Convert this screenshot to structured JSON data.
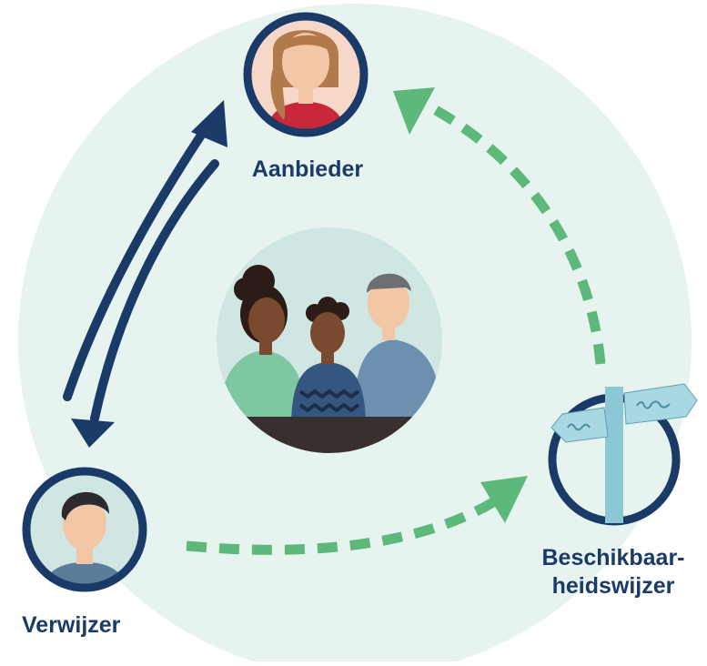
{
  "roles": {
    "aanbieder": {
      "label": "Aanbieder"
    },
    "verwijzer": {
      "label": "Verwijzer"
    },
    "beschikbaarheidswijzer": {
      "label_line1": "Beschikbaar-",
      "label_line2": "heidswijzer"
    }
  },
  "colors": {
    "background_circle": "#e6f3ef",
    "navy": "#1a3a68",
    "green": "#5db87c",
    "signpost": "#8cc7d6"
  },
  "icons": {
    "aanbieder": "woman-avatar-icon",
    "verwijzer": "man-avatar-icon",
    "center": "family-icon",
    "beschikbaarheidswijzer": "signpost-icon"
  }
}
